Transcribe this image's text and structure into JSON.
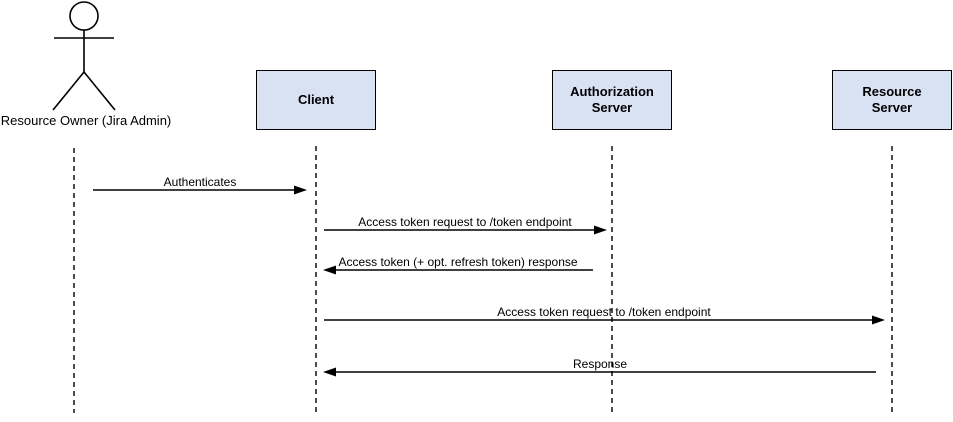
{
  "diagram": {
    "type": "sequence-diagram",
    "actor": {
      "label": "Resource Owner (Jira Admin)"
    },
    "participants": [
      {
        "id": "client",
        "label": "Client"
      },
      {
        "id": "authorization-server",
        "label": "Authorization Server"
      },
      {
        "id": "resource-server",
        "label": "Resource Server"
      }
    ],
    "messages": [
      {
        "from": "resource-owner",
        "to": "client",
        "direction": "right",
        "label": "Authenticates"
      },
      {
        "from": "client",
        "to": "authorization-server",
        "direction": "right",
        "label": "Access token request to /token endpoint"
      },
      {
        "from": "authorization-server",
        "to": "client",
        "direction": "left",
        "label": "Access token (+ opt. refresh token) response"
      },
      {
        "from": "client",
        "to": "resource-server",
        "direction": "right",
        "label": "Access token request to /token endpoint"
      },
      {
        "from": "resource-server",
        "to": "client",
        "direction": "left",
        "label": "Response"
      }
    ],
    "colors": {
      "participant_fill": "#d9e2f3",
      "participant_border": "#000000",
      "line": "#000000",
      "text": "#000000",
      "background": "#ffffff"
    }
  }
}
